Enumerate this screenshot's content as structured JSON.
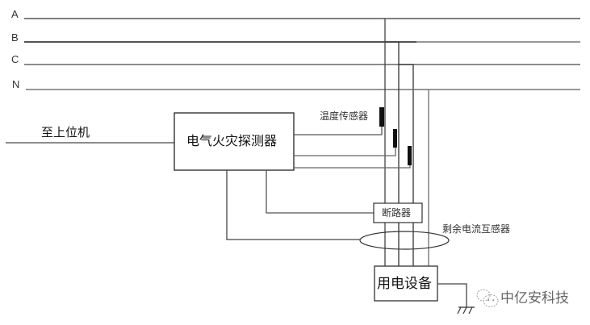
{
  "phases": [
    {
      "id": "A",
      "label": "A"
    },
    {
      "id": "B",
      "label": "B"
    },
    {
      "id": "C",
      "label": "C"
    },
    {
      "id": "N",
      "label": "N"
    }
  ],
  "labels": {
    "host": "至上位机",
    "detector": "电气火灾探测器",
    "temperature_sensor": "温度传感器",
    "breaker": "断路器",
    "residual_current_transformer": "剩余电流互感器",
    "equipment": "用电设备"
  },
  "watermark": {
    "icon": "wechat-icon",
    "text": "中亿安科技"
  },
  "colors": {
    "line": "#333333",
    "line_light": "#777777",
    "sensor": "#111111",
    "watermark": "#888888"
  }
}
